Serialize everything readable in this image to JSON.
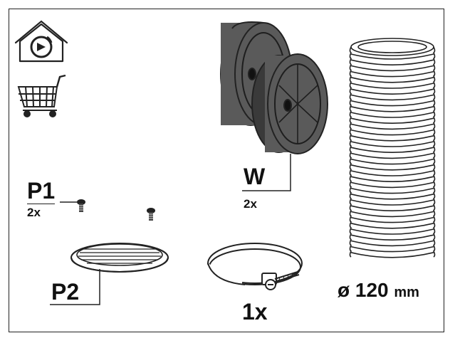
{
  "labels": {
    "p1": "P1",
    "p1_qty": "2x",
    "w": "W",
    "w_qty": "2x",
    "p2": "P2",
    "clamp_qty": "1x",
    "diameter_symbol": "ø",
    "diameter_value": "120",
    "diameter_unit": "mm"
  },
  "icons": {
    "recirculation": "recirculation-home-icon",
    "shop": "shopping-cart-icon"
  },
  "colors": {
    "line": "#222222",
    "filter_fill": "#5a5a5a",
    "filter_dark": "#3a3a3a",
    "background": "#ffffff"
  }
}
